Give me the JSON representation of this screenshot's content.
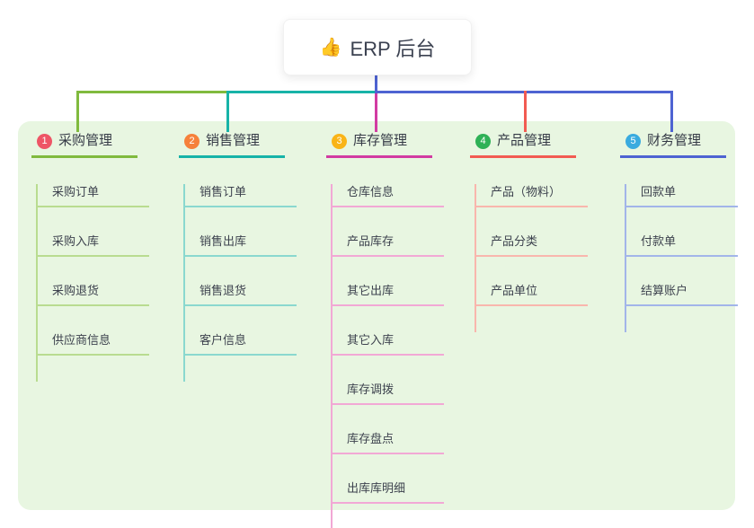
{
  "root": {
    "label": "ERP 后台",
    "emoji": "👍"
  },
  "canvas": {
    "page_background": "#ffffff",
    "panel_background": "#e8f6e1",
    "root_line_color": "#4e63d2",
    "text_color": "#3c414e"
  },
  "branches": [
    {
      "index": "1",
      "label": "采购管理",
      "badge_color": "#ee5566",
      "line_color": "#80ba3e",
      "child_line_color": "#b9dc90",
      "children": [
        {
          "label": "采购订单"
        },
        {
          "label": "采购入库"
        },
        {
          "label": "采购退货"
        },
        {
          "label": "供应商信息"
        }
      ]
    },
    {
      "index": "2",
      "label": "销售管理",
      "badge_color": "#f6813b",
      "line_color": "#17b3a8",
      "child_line_color": "#8ad8cf",
      "children": [
        {
          "label": "销售订单"
        },
        {
          "label": "销售出库"
        },
        {
          "label": "销售退货"
        },
        {
          "label": "客户信息"
        }
      ]
    },
    {
      "index": "3",
      "label": "库存管理",
      "badge_color": "#f9b417",
      "line_color": "#d23ba2",
      "child_line_color": "#f2a8d5",
      "children": [
        {
          "label": "仓库信息"
        },
        {
          "label": "产品库存"
        },
        {
          "label": "其它出库"
        },
        {
          "label": "其它入库"
        },
        {
          "label": "库存调拨"
        },
        {
          "label": "库存盘点"
        },
        {
          "label": "出库库明细"
        }
      ]
    },
    {
      "index": "4",
      "label": "产品管理",
      "badge_color": "#2eb156",
      "line_color": "#f25b52",
      "child_line_color": "#f9b6ad",
      "children": [
        {
          "label": "产品（物料）"
        },
        {
          "label": "产品分类"
        },
        {
          "label": "产品单位"
        }
      ]
    },
    {
      "index": "5",
      "label": "财务管理",
      "badge_color": "#3aabdf",
      "line_color": "#4e63d2",
      "child_line_color": "#a2b5e9",
      "children": [
        {
          "label": "回款单"
        },
        {
          "label": "付款单"
        },
        {
          "label": "结算账户"
        }
      ]
    }
  ]
}
